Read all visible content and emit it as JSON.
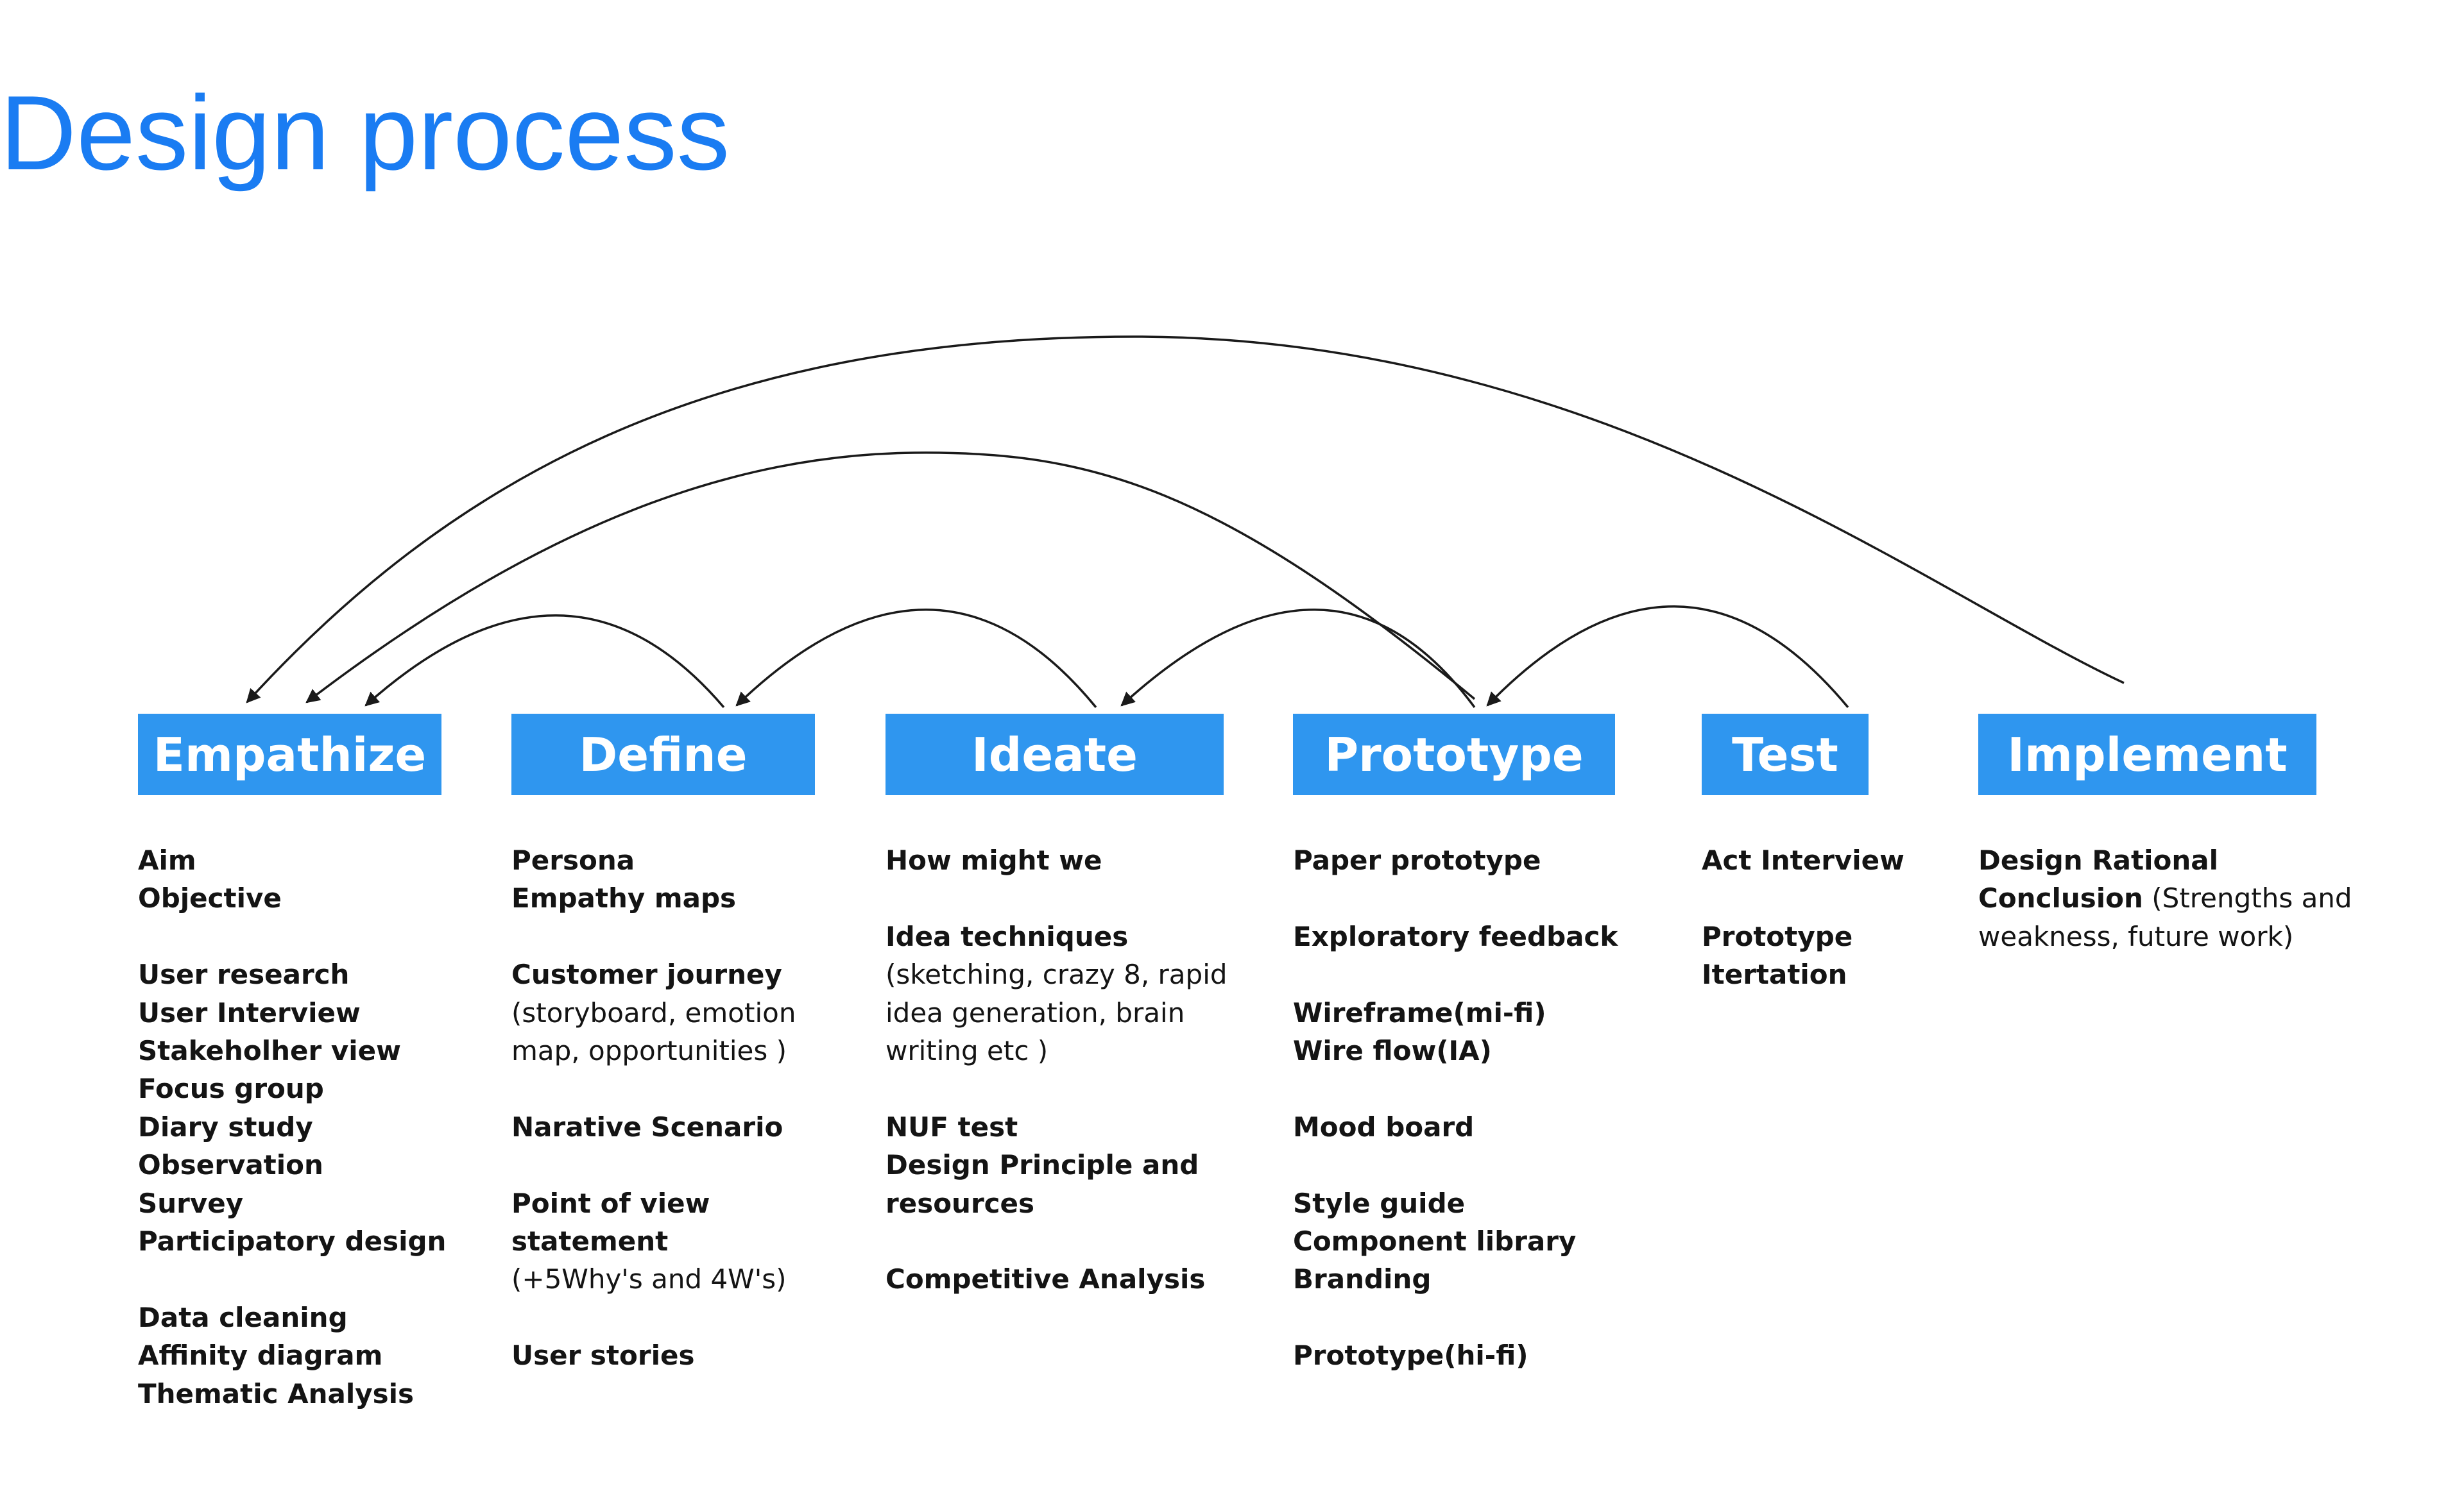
{
  "title": "Design process",
  "stages": [
    {
      "name": "Empathize"
    },
    {
      "name": "Define"
    },
    {
      "name": "Ideate"
    },
    {
      "name": "Prototype"
    },
    {
      "name": "Test"
    },
    {
      "name": "Implement"
    }
  ],
  "arrows": [
    {
      "from": "Define",
      "to": "Empathize"
    },
    {
      "from": "Ideate",
      "to": "Define"
    },
    {
      "from": "Prototype",
      "to": "Ideate"
    },
    {
      "from": "Test",
      "to": "Prototype"
    },
    {
      "from": "Prototype",
      "to": "Empathize"
    },
    {
      "from": "Implement",
      "to": "Empathize"
    }
  ],
  "columns": {
    "empathize": {
      "aim": "Aim",
      "objective": "Objective",
      "user_research": "User research",
      "user_interview": "User Interview",
      "stakeholder_view": "Stakeholher view",
      "focus_group": "Focus group",
      "diary_study": "Diary study",
      "observation": "Observation",
      "survey": "Survey",
      "participatory_design": "Participatory design",
      "data_cleaning": "Data cleaning",
      "affinity_diagram": "Affinity diagram",
      "thematic_analysis": "Thematic Analysis"
    },
    "define": {
      "persona": "Persona",
      "empathy_maps": "Empathy maps",
      "customer_journey": "Customer journey",
      "customer_journey_note_1": "(storyboard, emotion",
      "customer_journey_note_2": "map, opportunities )",
      "narrative_scenario": "Narative Scenario",
      "pov_1": "Point of view",
      "pov_2": "statement",
      "pov_note": "(+5Why's  and 4W's)",
      "user_stories": "User stories"
    },
    "ideate": {
      "how_might_we": "How might we",
      "idea_techniques": "Idea techniques",
      "idea_note_1": "(sketching, crazy 8, rapid",
      "idea_note_2": "idea generation, brain",
      "idea_note_3": "writing etc )",
      "nuf_test": "NUF test",
      "design_principle_1": "Design Principle  and",
      "design_principle_2": "resources",
      "competitive_analysis": "Competitive Analysis"
    },
    "prototype": {
      "paper_prototype": "Paper prototype",
      "exploratory_feedback": "Exploratory feedback",
      "wireframe": "Wireframe(mi-fi)",
      "wire_flow": "Wire flow(IA)",
      "mood_board": "Mood board",
      "style_guide": "Style guide",
      "component_library": "Component library",
      "branding": "Branding",
      "prototype_hifi": "Prototype(hi-fi)"
    },
    "test": {
      "act_interview": "Act Interview",
      "prototype": "Prototype",
      "iteration": "Itertation"
    },
    "implement": {
      "design_rational": "Design Rational",
      "conclusion": "Conclusion",
      "conclusion_note_1": " (Strengths and",
      "conclusion_note_2": "weakness, future work)"
    }
  },
  "colors": {
    "title": "#1a7cf2",
    "stage_fill": "#2f96ef",
    "stage_text": "#ffffff",
    "body_text": "#141414",
    "arrow": "#1a1a1a"
  }
}
